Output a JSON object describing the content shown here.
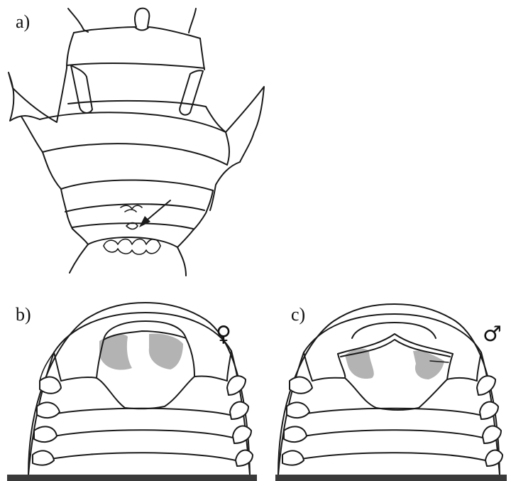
{
  "figure": {
    "panels": [
      {
        "id": "a",
        "label": "a)"
      },
      {
        "id": "b",
        "label": "b)",
        "sex_symbol": "♀"
      },
      {
        "id": "c",
        "label": "c)",
        "sex_symbol": "♂"
      }
    ],
    "colors": {
      "line": "#1a1a1a",
      "shading": "#b3b3b3",
      "base_bar": "#3a3a3a",
      "background": "#ffffff"
    }
  }
}
